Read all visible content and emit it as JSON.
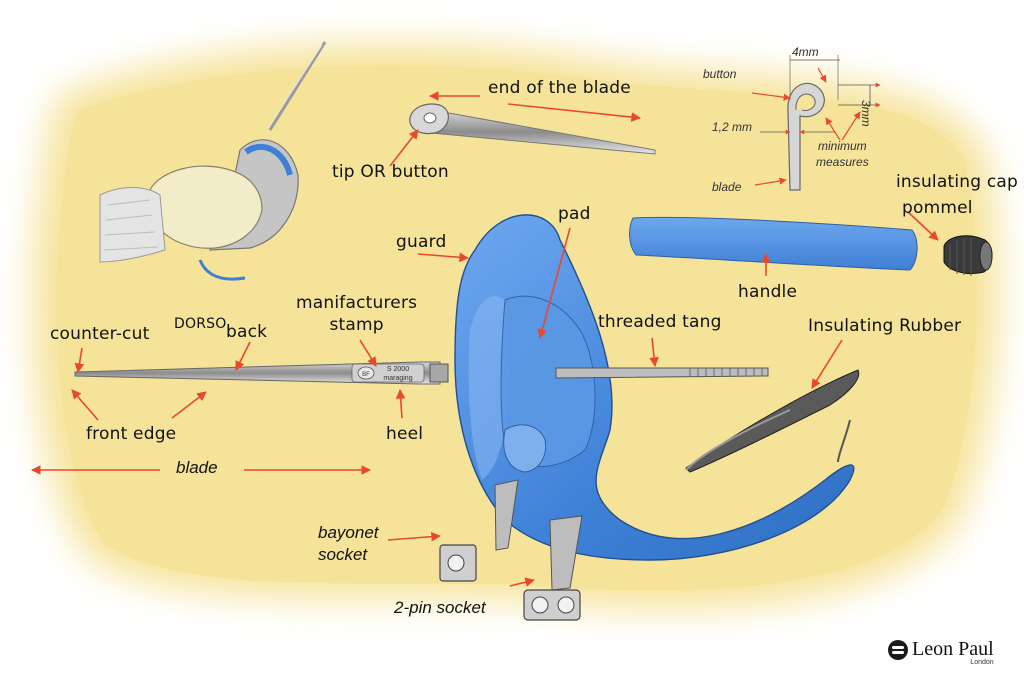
{
  "labels": {
    "end_of_blade": "end of the blade",
    "tip_or_button": "tip OR button",
    "button": "button",
    "dim_4mm": "4mm",
    "dim_3mm": "3mm",
    "dim_1_2mm": "1,2 mm",
    "minimum_measures": "minimum\nmeasures",
    "blade_detail": "blade",
    "insulating_cap": "insulating cap",
    "pommel": "pommel",
    "pad": "pad",
    "guard": "guard",
    "handle": "handle",
    "manufacturers_stamp": "manifacturers\nstamp",
    "threaded_tang": "threaded tang",
    "insulating_rubber": "Insulating Rubber",
    "counter_cut": "counter-cut",
    "dorso": "DORSO",
    "back": "back",
    "front_edge": "front edge",
    "heel": "heel",
    "blade": "blade",
    "bayonet_socket": "bayonet\nsocket",
    "two_pin_socket": "2-pin socket",
    "stamp_text_1": "S 2000",
    "stamp_text_2": "maraging",
    "stamp_logo": "BF"
  },
  "logo": {
    "name": "Leon Paul",
    "city": "London"
  },
  "colors": {
    "background": "#f6e39a",
    "guard_blue": "#4a8fe0",
    "arrow_red": "#e8482c",
    "steel": "#8a8a8a"
  }
}
